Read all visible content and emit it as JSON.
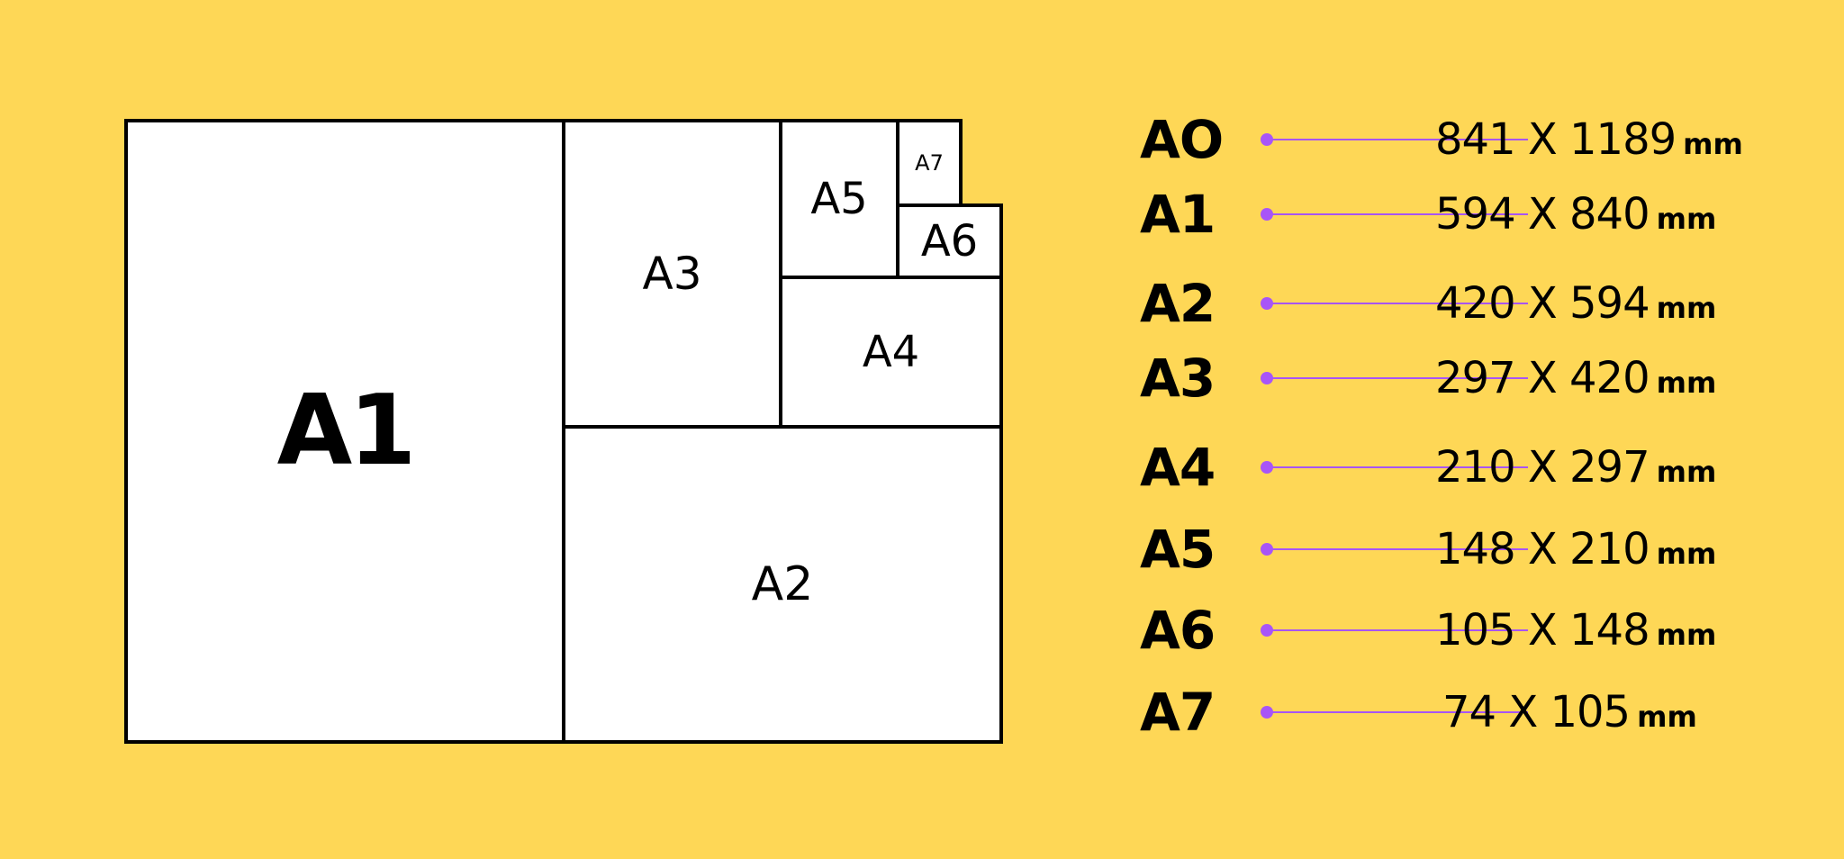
{
  "diagram": {
    "sheets": {
      "a1": "A1",
      "a2": "A2",
      "a3": "A3",
      "a4": "A4",
      "a5": "A5",
      "a6": "A6",
      "a7": "A7"
    }
  },
  "sizes": [
    {
      "name": "AO",
      "dims": "841 X 1189",
      "unit": "mm"
    },
    {
      "name": "A1",
      "dims": "594 X 840",
      "unit": "mm"
    },
    {
      "name": "A2",
      "dims": "420 X 594",
      "unit": "mm"
    },
    {
      "name": "A3",
      "dims": "297 X 420",
      "unit": "mm"
    },
    {
      "name": "A4",
      "dims": "210 X 297",
      "unit": "mm"
    },
    {
      "name": "A5",
      "dims": "148 X 210",
      "unit": "mm"
    },
    {
      "name": "A6",
      "dims": "105 X 148",
      "unit": "mm"
    },
    {
      "name": "A7",
      "dims": "74 X 105",
      "unit": "mm"
    }
  ],
  "colors": {
    "background": "#FED756",
    "sheet_fill": "#FFFFFF",
    "outline": "#000000",
    "connector": "#A855F7"
  }
}
